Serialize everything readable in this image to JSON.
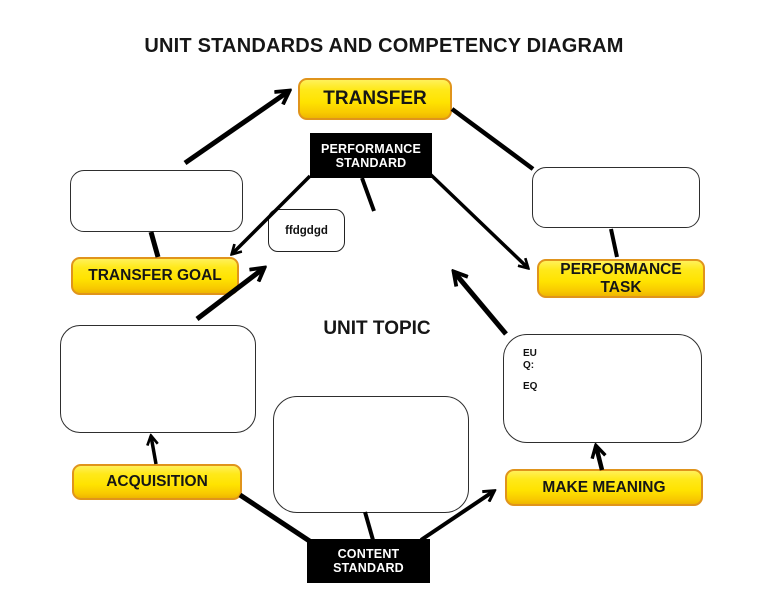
{
  "title": "UNIT STANDARDS AND COMPETENCY DIAGRAM",
  "colors": {
    "node_yellow": "#FFE300",
    "node_yellow_border": "#E0941B",
    "node_black": "#000000",
    "node_text_white": "#FFFFFF",
    "line_black": "#000000"
  },
  "nodes": {
    "transfer": {
      "label": "TRANSFER"
    },
    "performance_standard": {
      "line1": "PERFORMANCE",
      "line2": "STANDARD"
    },
    "transfer_goal": {
      "label": "TRANSFER GOAL"
    },
    "performance_task": {
      "label": "PERFORMANCE TASK"
    },
    "unit_topic": {
      "label": "UNIT TOPIC"
    },
    "note": {
      "label": "ffdgdgd"
    },
    "eu_eq": {
      "line1": "EU",
      "line2": "Q:",
      "line3": "EQ"
    },
    "acquisition": {
      "label": "ACQUISITION"
    },
    "make_meaning": {
      "label": "MAKE MEANING"
    },
    "content_standard": {
      "line1": "CONTENT",
      "line2": "STANDARD"
    }
  }
}
